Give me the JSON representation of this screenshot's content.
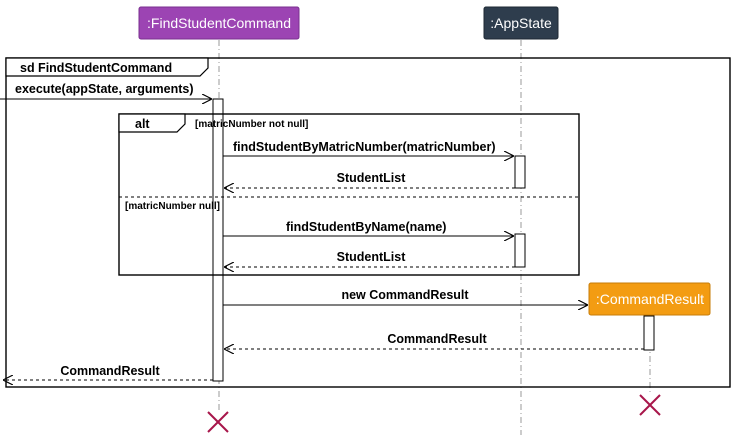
{
  "diagram": {
    "participants": [
      {
        "id": "find_student_command",
        "label": ":FindStudentCommand",
        "color": "#9C44B3"
      },
      {
        "id": "app_state",
        "label": ":AppState",
        "color": "#2E3D4D"
      },
      {
        "id": "command_result",
        "label": ":CommandResult",
        "color": "#F39C12"
      }
    ],
    "frame_label": "sd FindStudentCommand",
    "alt_frame": {
      "label": "alt",
      "guard_1": "[matricNumber not null]",
      "guard_2": "[matricNumber null]"
    },
    "messages": {
      "execute": "execute(appState, arguments)",
      "find_by_matric": "findStudentByMatricNumber(matricNumber)",
      "return_list_1": "StudentList",
      "find_by_name": "findStudentByName(name)",
      "return_list_2": "StudentList",
      "new_result": "new CommandResult",
      "return_result": "CommandResult",
      "return_final": "CommandResult"
    }
  }
}
